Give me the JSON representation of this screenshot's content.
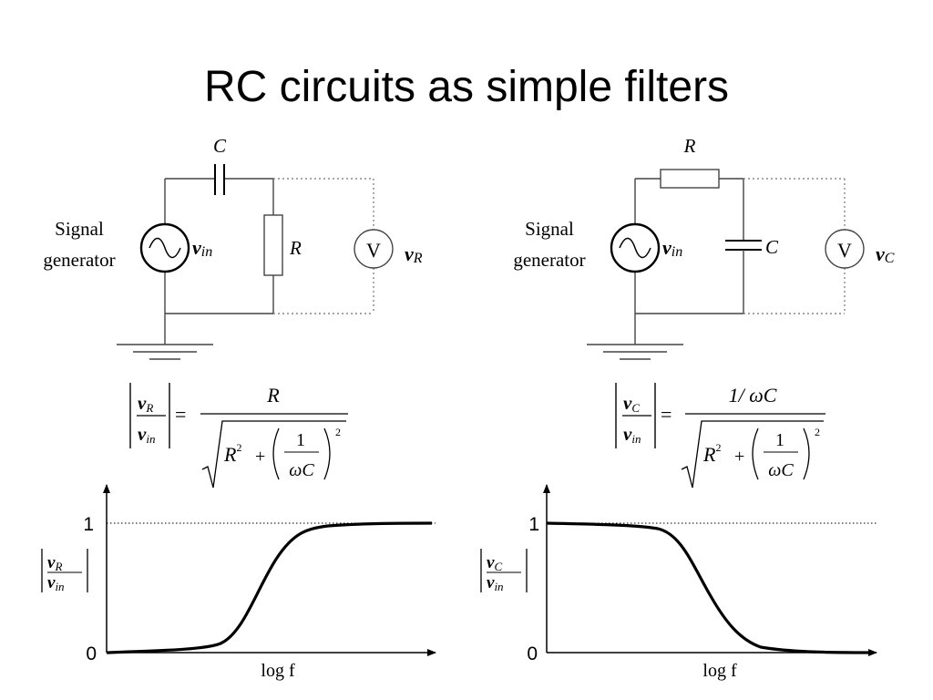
{
  "slide": {
    "title": "RC circuits as simple filters"
  },
  "left_circuit": {
    "generator_label_line1": "Signal",
    "generator_label_line2": "generator",
    "capacitor_label": "C",
    "resistor_label": "R",
    "source_label_main": "v",
    "source_label_sub": "in",
    "meter_symbol": "V",
    "meter_label_main": "v",
    "meter_label_sub": "R"
  },
  "right_circuit": {
    "generator_label_line1": "Signal",
    "generator_label_line2": "generator",
    "resistor_label": "R",
    "capacitor_label": "C",
    "source_label_main": "v",
    "source_label_sub": "in",
    "meter_symbol": "V",
    "meter_label_main": "v",
    "meter_label_sub": "C"
  },
  "left_formula": {
    "lhs_num": "v",
    "lhs_num_sub": "R",
    "lhs_den": "v",
    "lhs_den_sub": "in",
    "equals": "=",
    "numerator": "R",
    "den_R": "R",
    "den_exp": "2",
    "den_plus": "+",
    "den_frac_num": "1",
    "den_frac_den": "ωC",
    "den_outer_exp": "2"
  },
  "right_formula": {
    "lhs_num": "v",
    "lhs_num_sub": "C",
    "lhs_den": "v",
    "lhs_den_sub": "in",
    "equals": "=",
    "numerator": "1/ ωC",
    "den_R": "R",
    "den_exp": "2",
    "den_plus": "+",
    "den_frac_num": "1",
    "den_frac_den": "ωC",
    "den_outer_exp": "2"
  },
  "left_plot": {
    "y_tick_top": "1",
    "y_tick_bottom": "0",
    "xlabel": "log f",
    "ylabel_num": "v",
    "ylabel_num_sub": "R",
    "ylabel_den": "v",
    "ylabel_den_sub": "in",
    "type": "high-pass"
  },
  "right_plot": {
    "y_tick_top": "1",
    "y_tick_bottom": "0",
    "xlabel": "log f",
    "ylabel_num": "v",
    "ylabel_num_sub": "C",
    "ylabel_den": "v",
    "ylabel_den_sub": "in",
    "type": "low-pass"
  }
}
